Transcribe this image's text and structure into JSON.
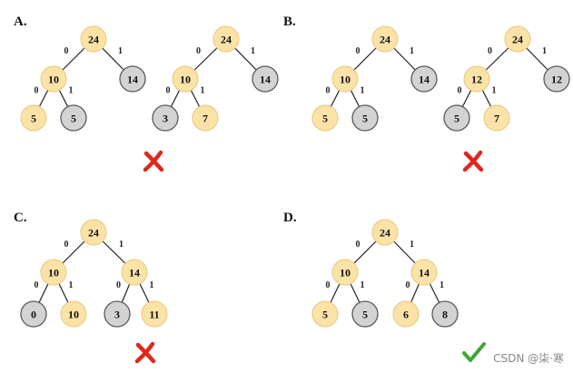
{
  "panels": [
    {
      "label": "A.",
      "trees": [
        {
          "nodes": [
            {
              "id": "r",
              "value": "24",
              "kind": "internal"
            },
            {
              "id": "a",
              "value": "10",
              "kind": "internal"
            },
            {
              "id": "b",
              "value": "14",
              "kind": "leaf"
            },
            {
              "id": "c",
              "value": "5",
              "kind": "internal"
            },
            {
              "id": "d",
              "value": "5",
              "kind": "leaf"
            }
          ],
          "edges": [
            {
              "from": "r",
              "to": "a",
              "bit": "0"
            },
            {
              "from": "r",
              "to": "b",
              "bit": "1"
            },
            {
              "from": "a",
              "to": "c",
              "bit": "0"
            },
            {
              "from": "a",
              "to": "d",
              "bit": "1"
            }
          ]
        },
        {
          "nodes": [
            {
              "id": "r",
              "value": "24",
              "kind": "internal"
            },
            {
              "id": "a",
              "value": "10",
              "kind": "internal"
            },
            {
              "id": "b",
              "value": "14",
              "kind": "leaf"
            },
            {
              "id": "c",
              "value": "3",
              "kind": "leaf"
            },
            {
              "id": "d",
              "value": "7",
              "kind": "internal"
            }
          ],
          "edges": [
            {
              "from": "r",
              "to": "a",
              "bit": "0"
            },
            {
              "from": "r",
              "to": "b",
              "bit": "1"
            },
            {
              "from": "a",
              "to": "c",
              "bit": "0"
            },
            {
              "from": "a",
              "to": "d",
              "bit": "1"
            }
          ]
        }
      ],
      "verdict": "wrong"
    },
    {
      "label": "B.",
      "trees": [
        {
          "nodes": [
            {
              "id": "r",
              "value": "24",
              "kind": "internal"
            },
            {
              "id": "a",
              "value": "10",
              "kind": "internal"
            },
            {
              "id": "b",
              "value": "14",
              "kind": "leaf"
            },
            {
              "id": "c",
              "value": "5",
              "kind": "internal"
            },
            {
              "id": "d",
              "value": "5",
              "kind": "leaf"
            }
          ],
          "edges": [
            {
              "from": "r",
              "to": "a",
              "bit": "0"
            },
            {
              "from": "r",
              "to": "b",
              "bit": "1"
            },
            {
              "from": "a",
              "to": "c",
              "bit": "0"
            },
            {
              "from": "a",
              "to": "d",
              "bit": "1"
            }
          ]
        },
        {
          "nodes": [
            {
              "id": "r",
              "value": "24",
              "kind": "internal"
            },
            {
              "id": "a",
              "value": "12",
              "kind": "internal"
            },
            {
              "id": "b",
              "value": "12",
              "kind": "leaf"
            },
            {
              "id": "c",
              "value": "5",
              "kind": "leaf"
            },
            {
              "id": "d",
              "value": "7",
              "kind": "internal"
            }
          ],
          "edges": [
            {
              "from": "r",
              "to": "a",
              "bit": "0"
            },
            {
              "from": "r",
              "to": "b",
              "bit": "1"
            },
            {
              "from": "a",
              "to": "c",
              "bit": "0"
            },
            {
              "from": "a",
              "to": "d",
              "bit": "1"
            }
          ]
        }
      ],
      "verdict": "wrong"
    },
    {
      "label": "C.",
      "trees": [
        {
          "nodes": [
            {
              "id": "r",
              "value": "24",
              "kind": "internal"
            },
            {
              "id": "a",
              "value": "10",
              "kind": "internal"
            },
            {
              "id": "b",
              "value": "14",
              "kind": "internal"
            },
            {
              "id": "c",
              "value": "0",
              "kind": "leaf"
            },
            {
              "id": "d",
              "value": "10",
              "kind": "internal"
            },
            {
              "id": "e",
              "value": "3",
              "kind": "leaf"
            },
            {
              "id": "f",
              "value": "11",
              "kind": "internal"
            }
          ],
          "edges": [
            {
              "from": "r",
              "to": "a",
              "bit": "0"
            },
            {
              "from": "r",
              "to": "b",
              "bit": "1"
            },
            {
              "from": "a",
              "to": "c",
              "bit": "0"
            },
            {
              "from": "a",
              "to": "d",
              "bit": "1"
            },
            {
              "from": "b",
              "to": "e",
              "bit": "0"
            },
            {
              "from": "b",
              "to": "f",
              "bit": "1"
            }
          ]
        }
      ],
      "verdict": "wrong"
    },
    {
      "label": "D.",
      "trees": [
        {
          "nodes": [
            {
              "id": "r",
              "value": "24",
              "kind": "internal"
            },
            {
              "id": "a",
              "value": "10",
              "kind": "internal"
            },
            {
              "id": "b",
              "value": "14",
              "kind": "internal"
            },
            {
              "id": "c",
              "value": "5",
              "kind": "internal"
            },
            {
              "id": "d",
              "value": "5",
              "kind": "leaf"
            },
            {
              "id": "e",
              "value": "6",
              "kind": "internal"
            },
            {
              "id": "f",
              "value": "8",
              "kind": "leaf"
            }
          ],
          "edges": [
            {
              "from": "r",
              "to": "a",
              "bit": "0"
            },
            {
              "from": "r",
              "to": "b",
              "bit": "1"
            },
            {
              "from": "a",
              "to": "c",
              "bit": "0"
            },
            {
              "from": "a",
              "to": "d",
              "bit": "1"
            },
            {
              "from": "b",
              "to": "e",
              "bit": "0"
            },
            {
              "from": "b",
              "to": "f",
              "bit": "1"
            }
          ]
        }
      ],
      "verdict": "correct"
    }
  ],
  "watermark": "CSDN @柒·寒",
  "colors": {
    "internal_fill": "#fbe3a8",
    "internal_stroke": "#e8c77a",
    "leaf_fill": "#d3d3d3",
    "leaf_stroke": "#5a5a5a",
    "edge": "#222222",
    "wrong": "#e0271c",
    "correct": "#3fa535"
  }
}
